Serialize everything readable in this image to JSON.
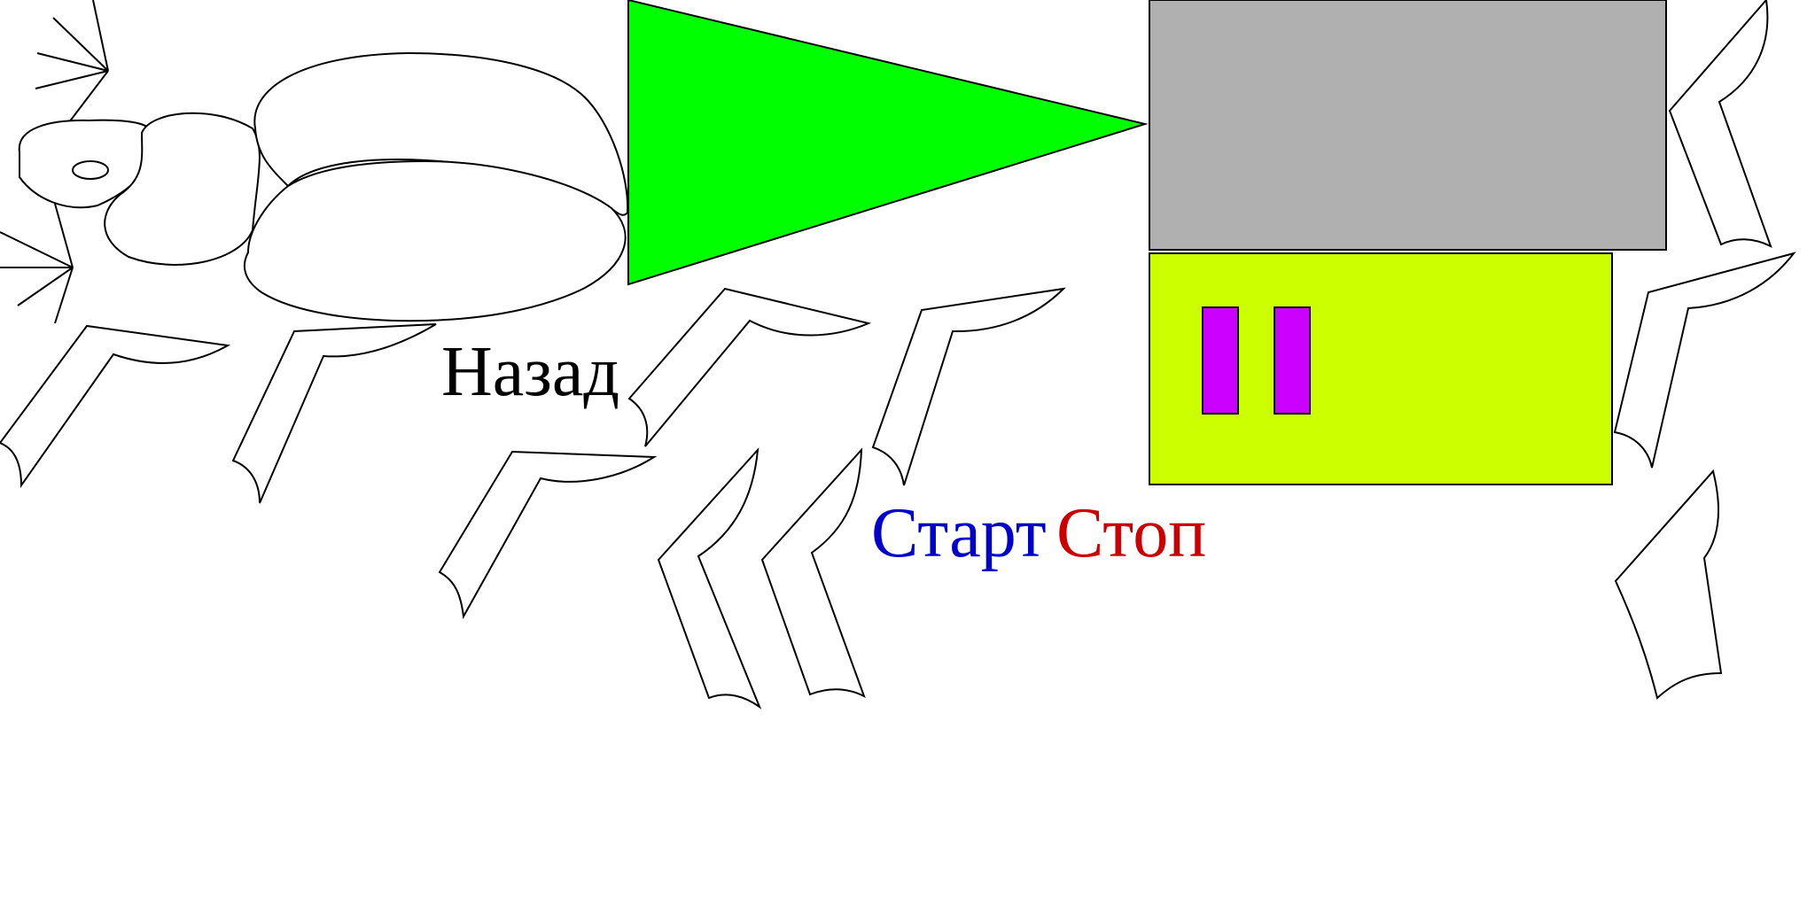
{
  "labels": {
    "back": "Назад",
    "start": "Старт",
    "stop": "Стоп"
  },
  "colors": {
    "play_triangle": "#00ff00",
    "gray_panel": "#b0b0b0",
    "pause_panel": "#ccff00",
    "pause_bars": "#cc00ff",
    "start_text": "#0000cc",
    "stop_text": "#cc0000",
    "back_text": "#000000",
    "outline": "#000000"
  },
  "icons": {
    "play": "play-triangle-icon",
    "pause": "pause-icon",
    "insect": "ladybug-outline-icon"
  }
}
